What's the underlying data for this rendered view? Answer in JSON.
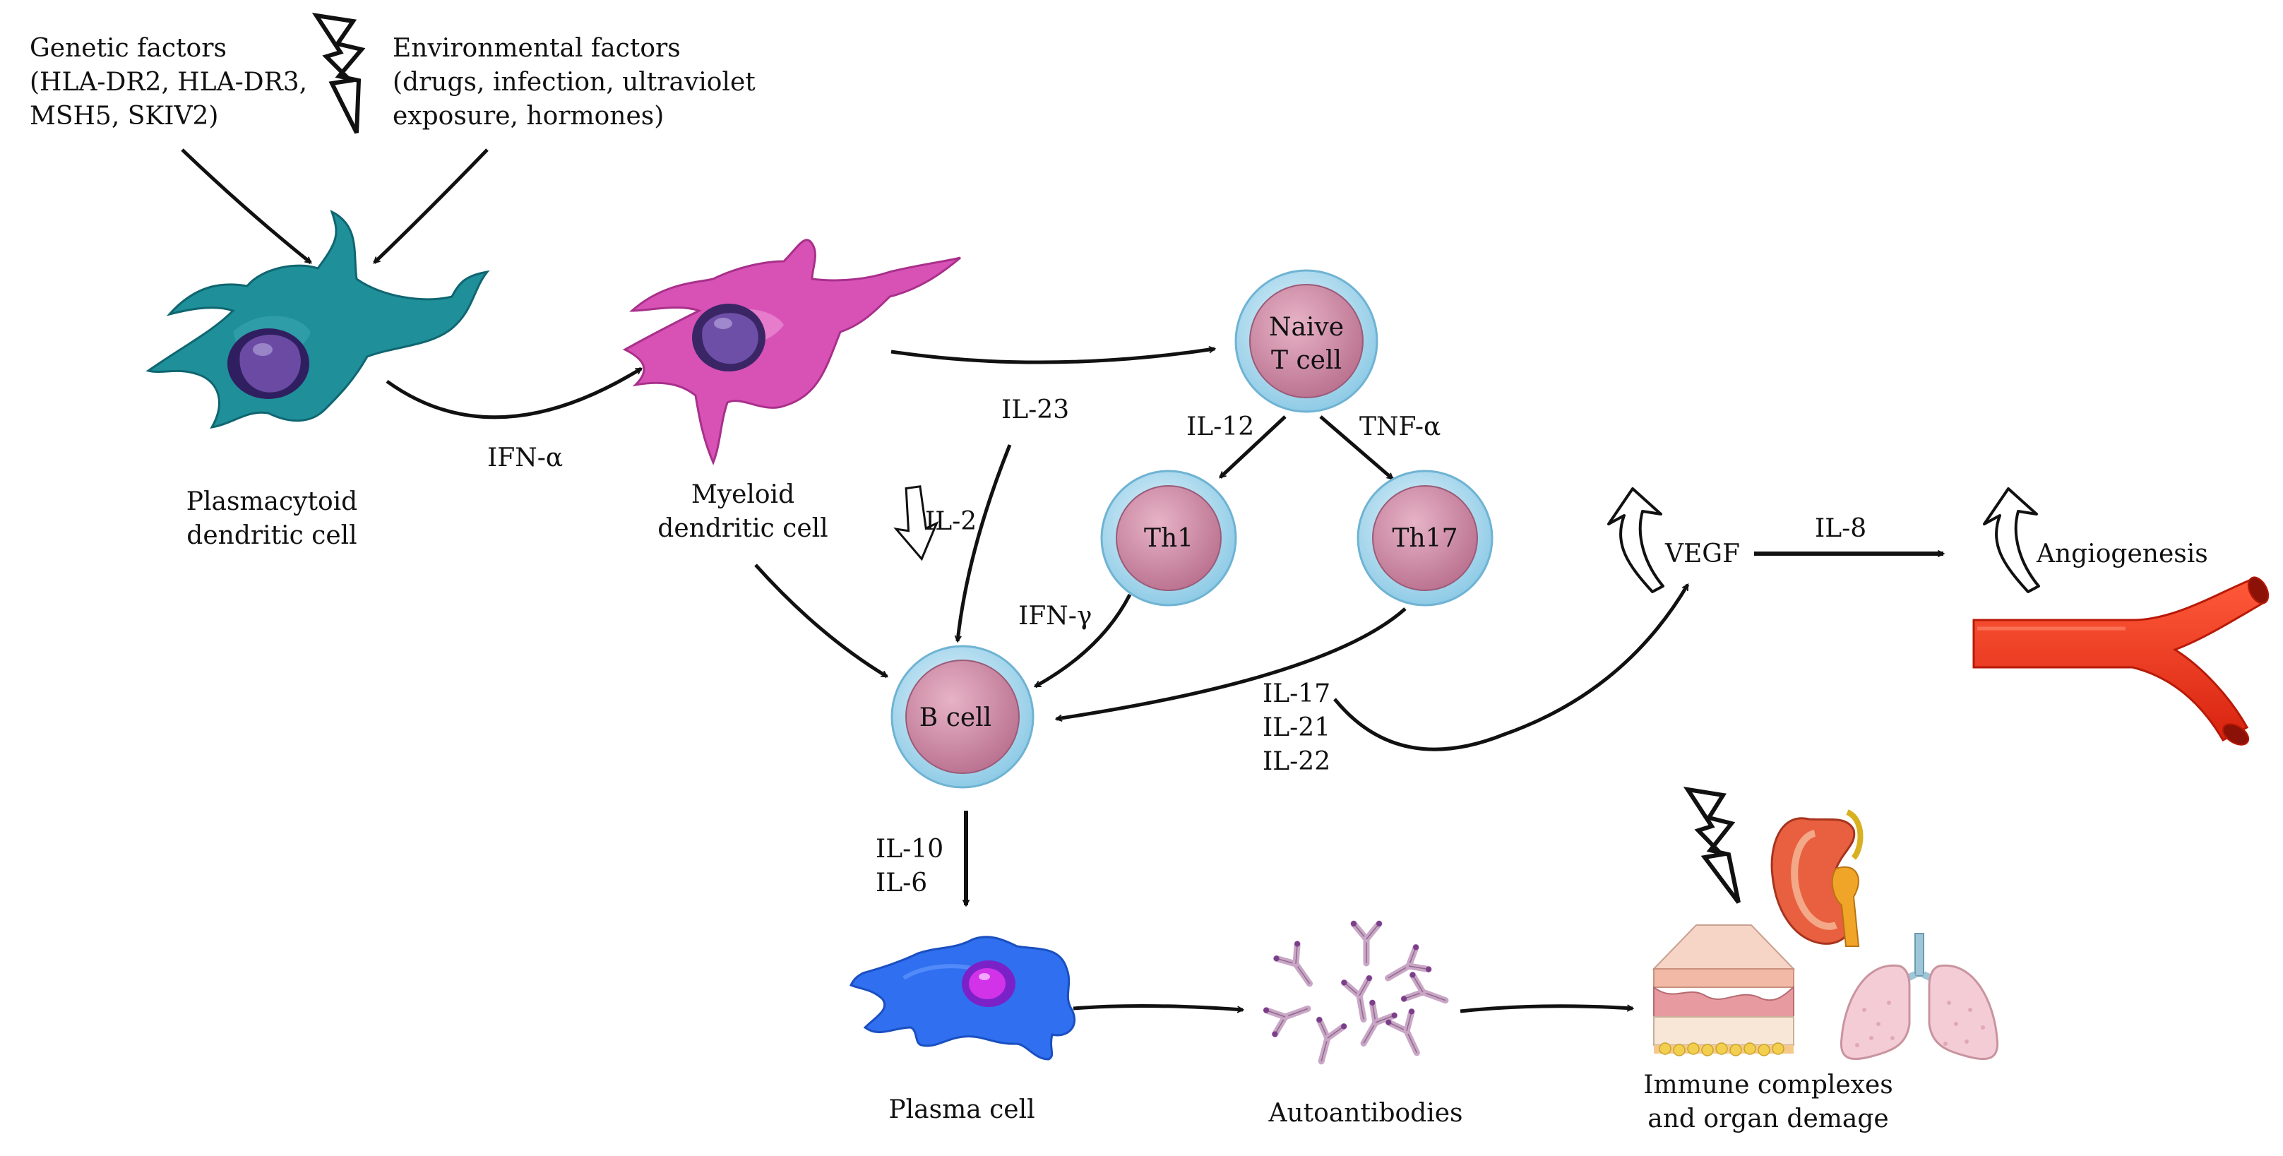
{
  "labels": {
    "genetic": [
      "Genetic factors",
      "(HLA-DR2, HLA-DR3,",
      "MSH5, SKIV2)"
    ],
    "environmental": [
      "Environmental factors",
      "(drugs, infection, ultraviolet",
      "exposure, hormones)"
    ],
    "pdc": [
      "Plasmacytoid",
      "dendritic cell"
    ],
    "mdc": [
      "Myeloid",
      "dendritic cell"
    ],
    "ifn_alpha": "IFN-α",
    "il23": "IL-23",
    "il2": "IL-2",
    "il12": "IL-12",
    "tnf_alpha": "TNF-α",
    "ifn_gamma": "IFN-γ",
    "il17_21_22": [
      "IL-17",
      "IL-21",
      "IL-22"
    ],
    "il10_6": [
      "IL-10",
      "IL-6"
    ],
    "vegf": "VEGF",
    "il8": "IL-8",
    "angiogenesis": "Angiogenesis",
    "plasma_cell": "Plasma cell",
    "autoantibodies": "Autoantibodies",
    "immune_complexes": [
      "Immune complexes",
      "and organ demage"
    ]
  },
  "cells": {
    "naive": [
      "Naive",
      "T cell"
    ],
    "th1": "Th1",
    "th17": "Th17",
    "bcell": "B cell"
  },
  "colors": {
    "pdc": "#1e8c96",
    "mdc": "#d64fb4",
    "nucleus": "#5a3d8f",
    "tcell_outer": "#a9d8ee",
    "tcell_inner": "#d28aa4",
    "plasma": "#2f6ff0",
    "vessel": "#f1371f",
    "antibody": "#c9a6c6",
    "arrow": "#111111"
  },
  "icons": [
    "lightning-bolt-icon",
    "kidney-icon",
    "lungs-icon",
    "skin-tissue-icon",
    "blood-vessel-icon",
    "antibody-icon"
  ]
}
